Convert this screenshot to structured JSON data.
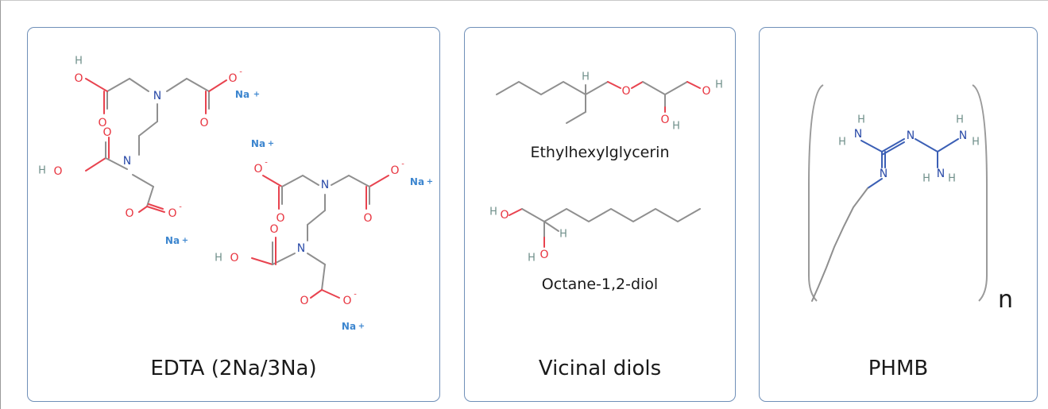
{
  "panels": [
    {
      "caption": "EDTA (2Na/3Na)",
      "atoms": {
        "oxygen": "O",
        "hydrogen": "H",
        "nitrogen": "N",
        "sodium": "Na",
        "minus": "-",
        "plus": "+"
      }
    },
    {
      "caption": "Vicinal diols",
      "molecules": [
        {
          "name": "Ethylhexylglycerin"
        },
        {
          "name": "Octane-1,2-diol"
        }
      ]
    },
    {
      "caption": "PHMB",
      "repeat_subscript": "n"
    }
  ],
  "colors": {
    "panel_border": "#6f8fb8",
    "bond": "#8f8f8f",
    "oxygen": "#e8343f",
    "nitrogen": "#2b4ba8",
    "sodium": "#3d86cf"
  }
}
